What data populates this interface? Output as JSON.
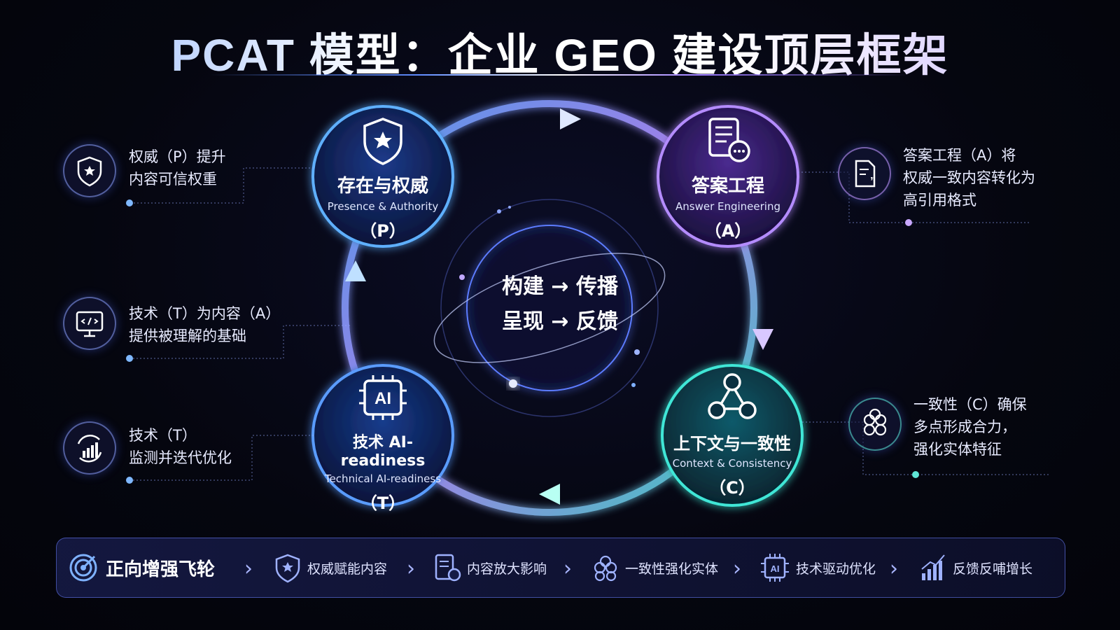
{
  "title": "PCAT 模型：企业 GEO 建设顶层框架",
  "center": {
    "line1": "构建 → 传播",
    "line2": "呈现 → 反馈"
  },
  "nodes": {
    "p": {
      "zh": "存在与权威",
      "en": "Presence & Authority",
      "letter": "（P）",
      "color": "#4da3ff"
    },
    "a": {
      "zh": "答案工程",
      "en": "Answer Engineering",
      "letter": "（A）",
      "color": "#a77bff"
    },
    "c": {
      "zh": "上下文与一致性",
      "en": "Context & Consistency",
      "letter": "（C）",
      "color": "#37e0d0"
    },
    "t": {
      "zh": "技术 AI-readiness",
      "en": "Technical AI-readiness",
      "letter": "（T）",
      "color": "#4d8dff",
      "chip": "AI"
    }
  },
  "side_notes": {
    "p": {
      "line1": "权威（P）提升",
      "line2": "内容可信权重"
    },
    "ta": {
      "line1": "技术（T）为内容（A）",
      "line2": "提供被理解的基础"
    },
    "t": {
      "line1": "技术（T）",
      "line2": "监测并迭代优化"
    },
    "a": {
      "line1": "答案工程（A）将",
      "line2": "权威一致内容转化为",
      "line3": "高引用格式"
    },
    "c": {
      "line1": "一致性（C）确保",
      "line2": "多点形成合力，",
      "line3": "强化实体特征"
    }
  },
  "flywheel": {
    "title": "正向增强飞轮",
    "steps": [
      "权威赋能内容",
      "内容放大影响",
      "一致性强化实体",
      "技术驱动优化",
      "反馈反哺增长"
    ],
    "chip": "AI"
  },
  "icons": [
    "shield-star-icon",
    "document-chat-icon",
    "network-icon",
    "ai-chip-icon",
    "code-monitor-icon",
    "growth-chart-icon",
    "document-quote-icon",
    "circles-cluster-icon",
    "target-icon"
  ]
}
